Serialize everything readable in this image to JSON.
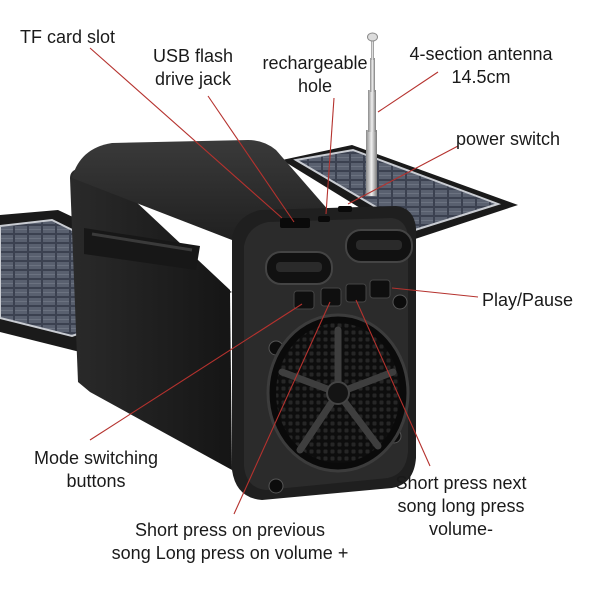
{
  "labels": {
    "tf_card_slot": "TF card slot",
    "usb_line1": "USB flash",
    "usb_line2": "drive jack",
    "recharge_line1": "rechargeable",
    "recharge_line2": "hole",
    "antenna_line1": "4-section antenna",
    "antenna_line2": "14.5cm",
    "power_switch": "power switch",
    "play_pause": "Play/Pause",
    "mode_line1": "Mode switching",
    "mode_line2": "buttons",
    "next_line1": "Short press next",
    "next_line2": "song long press",
    "next_line3": "volume-",
    "prev_line1": "Short press on previous",
    "prev_line2": "song Long press on volume +"
  },
  "colors": {
    "leader_line": "#b5322e",
    "body": "#1c1c1c",
    "panel": "#2c2f36"
  }
}
